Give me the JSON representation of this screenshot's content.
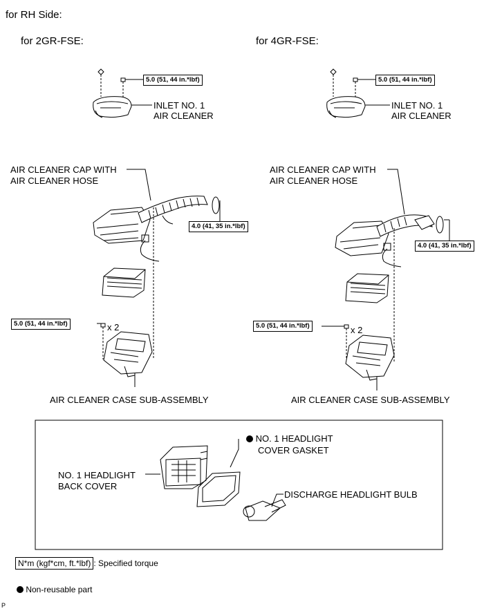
{
  "heading": "for RH Side:",
  "left": {
    "variant": "for 2GR-FSE:",
    "torque_inlet": "5.0 (51, 44 in.*lbf)",
    "inlet_label": [
      "INLET NO. 1",
      "AIR CLEANER"
    ],
    "cap_label": [
      "AIR CLEANER CAP WITH",
      "AIR CLEANER HOSE"
    ],
    "torque_clamp": "4.0 (41, 35 in.*lbf)",
    "torque_case": "5.0 (51, 44 in.*lbf)",
    "qty": "x 2",
    "case_label": "AIR CLEANER CASE SUB-ASSEMBLY"
  },
  "right": {
    "variant": "for 4GR-FSE:",
    "torque_inlet": "5.0 (51, 44 in.*lbf)",
    "inlet_label": [
      "INLET NO. 1",
      "AIR CLEANER"
    ],
    "cap_label": [
      "AIR CLEANER CAP WITH",
      "AIR CLEANER HOSE"
    ],
    "torque_clamp": "4.0 (41, 35 in.*lbf)",
    "torque_case": "5.0 (51, 44 in.*lbf)",
    "qty": "x 2",
    "case_label": "AIR CLEANER CASE SUB-ASSEMBLY"
  },
  "headlight_box": {
    "gasket_label": [
      "NO. 1 HEADLIGHT",
      "COVER GASKET"
    ],
    "back_cover_label": [
      "NO. 1 HEADLIGHT",
      "BACK COVER"
    ],
    "bulb_label": "DISCHARGE HEADLIGHT BULB"
  },
  "legend": {
    "torque_unit": "N*m (kgf*cm, ft.*lbf)",
    "torque_desc": ": Specified torque",
    "nonreusable": "Non-reusable part"
  },
  "corner_mark": "P"
}
